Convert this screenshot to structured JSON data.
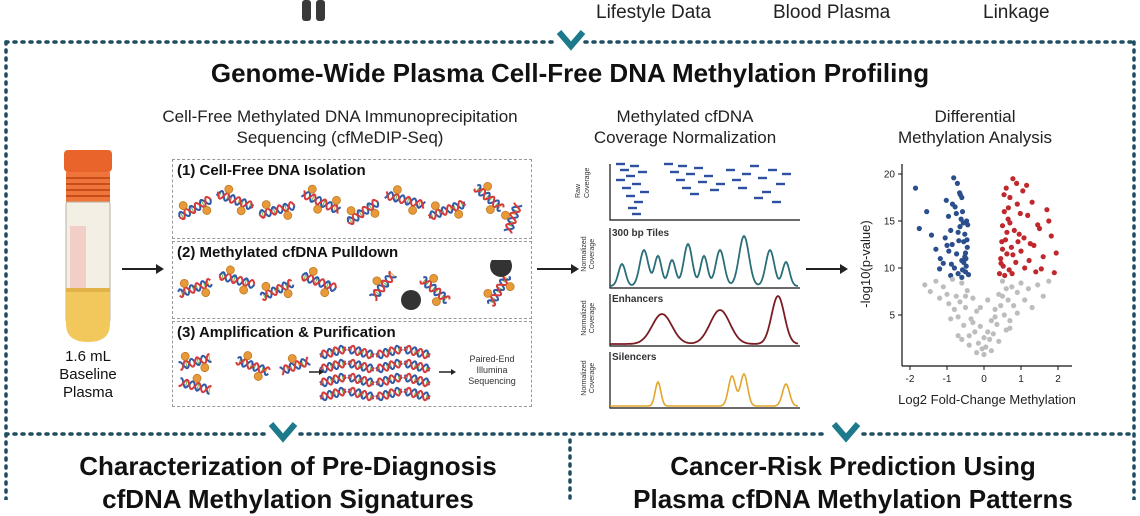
{
  "top_row": {
    "labels": [
      "Lifestyle Data",
      "Blood Plasma",
      "Linkage"
    ]
  },
  "main_title": "Genome-Wide Plasma Cell-Free DNA Methylation Profiling",
  "cfmedip": {
    "title_line1": "Cell-Free Methylated DNA Immunoprecipitation",
    "title_line2": "Sequencing (cfMeDIP-Seq)",
    "step1": "(1) Cell-Free DNA Isolation",
    "step2": "(2) Methylated cfDNA Pulldown",
    "step3": "(3) Amplification & Purification",
    "sequencing_line1": "Paired-End",
    "sequencing_line2": "Illumina",
    "sequencing_line3": "Sequencing"
  },
  "tube": {
    "line1": "1.6 mL",
    "line2": "Baseline",
    "line3": "Plasma"
  },
  "normalization": {
    "title_line1": "Methylated cfDNA",
    "title_line2": "Coverage Normalization",
    "raw_label_line1": "Raw",
    "raw_label_line2": "Coverage",
    "norm_label_line1": "Normalized",
    "norm_label_line2": "Coverage",
    "panel1": "300 bp Tiles",
    "panel2": "Enhancers",
    "panel3": "Silencers"
  },
  "differential": {
    "title_line1": "Differential",
    "title_line2": "Methylation Analysis"
  },
  "chart_data": {
    "type": "scatter",
    "title": "",
    "xlabel": "Log2 Fold-Change Methylation",
    "ylabel": "-log10(p-value)",
    "xlim": [
      -2,
      2
    ],
    "ylim": [
      0,
      20
    ],
    "xticks": [
      "-2",
      "-1",
      "0",
      "1",
      "2"
    ],
    "yticks": [
      "20",
      "15",
      "10",
      "5"
    ],
    "grid": false,
    "legend": "none",
    "colors": {
      "hypo": "#2b4e8c",
      "hyper": "#c0282d",
      "ns": "#bdbdbd"
    },
    "series": [
      {
        "color": "hypo",
        "x": [
          -1.85,
          -1.55,
          -1.75,
          -1.42,
          -1.3,
          -1.18,
          -1.1,
          -1.02,
          -0.96,
          -0.9,
          -0.86,
          -0.82,
          -0.78,
          -0.74,
          -0.7,
          -0.66,
          -0.62,
          -0.6,
          -0.58,
          -0.55,
          -0.52,
          -0.5,
          -0.48,
          -0.46,
          -0.44,
          -0.42,
          -0.9,
          -0.8,
          -0.7,
          -0.6,
          -0.55,
          -0.5,
          -0.45,
          -1.05,
          -0.95,
          -0.85,
          -0.75,
          -0.65,
          -0.6,
          -0.52,
          -0.47,
          -1.2,
          -1.0,
          -0.88,
          -0.68,
          -0.58,
          -0.49,
          -0.72,
          -0.64,
          -0.56
        ],
        "y": [
          18.5,
          16.0,
          14.2,
          13.5,
          12.0,
          11.0,
          10.5,
          17.2,
          15.5,
          14.0,
          12.5,
          19.6,
          16.5,
          11.5,
          13.8,
          18.0,
          15.2,
          10.8,
          9.8,
          12.8,
          11.2,
          9.6,
          10.2,
          13.0,
          14.6,
          9.3,
          9.2,
          10.0,
          9.4,
          9.0,
          10.6,
          11.6,
          12.2,
          13.2,
          11.8,
          16.8,
          15.8,
          14.4,
          17.5,
          13.6,
          15.0,
          9.9,
          12.4,
          10.4,
          12.9,
          16.0,
          11.0,
          19.0,
          17.8,
          14.8
        ]
      },
      {
        "color": "hyper",
        "x": [
          0.42,
          0.45,
          0.48,
          0.5,
          0.52,
          0.55,
          0.58,
          0.6,
          0.62,
          0.65,
          0.68,
          0.7,
          0.74,
          0.78,
          0.82,
          0.86,
          0.9,
          0.95,
          1.0,
          1.05,
          1.1,
          1.18,
          1.25,
          1.3,
          1.4,
          1.5,
          1.6,
          1.7,
          1.82,
          1.9,
          0.46,
          0.5,
          0.56,
          0.62,
          0.7,
          0.78,
          0.88,
          0.98,
          1.08,
          1.22,
          1.35,
          1.55,
          1.75,
          0.54,
          0.66,
          0.76,
          0.92,
          1.15,
          1.45,
          1.95
        ],
        "y": [
          9.4,
          11.0,
          12.8,
          14.5,
          10.2,
          16.0,
          13.0,
          18.5,
          11.5,
          15.2,
          9.8,
          17.5,
          12.2,
          19.5,
          14.0,
          10.6,
          16.8,
          13.6,
          11.8,
          18.2,
          10.0,
          15.6,
          12.6,
          17.0,
          9.6,
          14.2,
          11.2,
          16.2,
          13.4,
          9.5,
          10.5,
          12.0,
          9.2,
          13.8,
          14.8,
          11.4,
          19.0,
          15.8,
          13.2,
          10.8,
          12.4,
          9.9,
          15.0,
          17.8,
          16.4,
          9.4,
          12.8,
          18.8,
          14.6,
          11.6
        ]
      },
      {
        "color": "ns",
        "x": [
          -1.6,
          -1.45,
          -1.3,
          -1.2,
          -1.1,
          -1.0,
          -0.95,
          -0.85,
          -0.8,
          -0.75,
          -0.7,
          -0.65,
          -0.6,
          -0.55,
          -0.5,
          -0.45,
          -0.4,
          -0.35,
          -0.3,
          -0.25,
          -0.2,
          -0.15,
          -0.1,
          -0.05,
          0.0,
          0.05,
          0.1,
          0.15,
          0.2,
          0.25,
          0.3,
          0.35,
          0.4,
          0.45,
          0.5,
          0.55,
          0.6,
          0.65,
          0.7,
          0.75,
          0.8,
          0.9,
          1.0,
          1.1,
          1.2,
          1.3,
          1.45,
          1.6,
          1.75,
          -0.6,
          -0.4,
          -0.2,
          0.2,
          0.4,
          0.6,
          -0.3,
          0.3,
          -0.1,
          0.1,
          0.0,
          -0.5,
          0.5,
          -0.7,
          0.7,
          -0.9,
          0.9
        ],
        "y": [
          8.2,
          7.5,
          8.6,
          6.8,
          8.0,
          7.2,
          6.2,
          8.8,
          5.6,
          7.0,
          4.8,
          6.4,
          8.4,
          3.9,
          5.8,
          7.6,
          2.8,
          4.6,
          6.8,
          3.2,
          5.4,
          2.0,
          3.8,
          1.4,
          0.8,
          1.6,
          3.2,
          2.4,
          4.4,
          3.0,
          5.6,
          4.0,
          7.2,
          6.0,
          8.6,
          5.0,
          7.8,
          6.6,
          4.4,
          8.0,
          6.0,
          7.4,
          8.4,
          6.6,
          7.8,
          5.8,
          8.2,
          7.0,
          8.6,
          2.4,
          1.8,
          1.0,
          1.2,
          2.2,
          3.4,
          4.2,
          4.8,
          5.8,
          6.6,
          2.6,
          7.0,
          7.0,
          2.8,
          3.6,
          4.6,
          5.2
        ]
      }
    ]
  }
}
